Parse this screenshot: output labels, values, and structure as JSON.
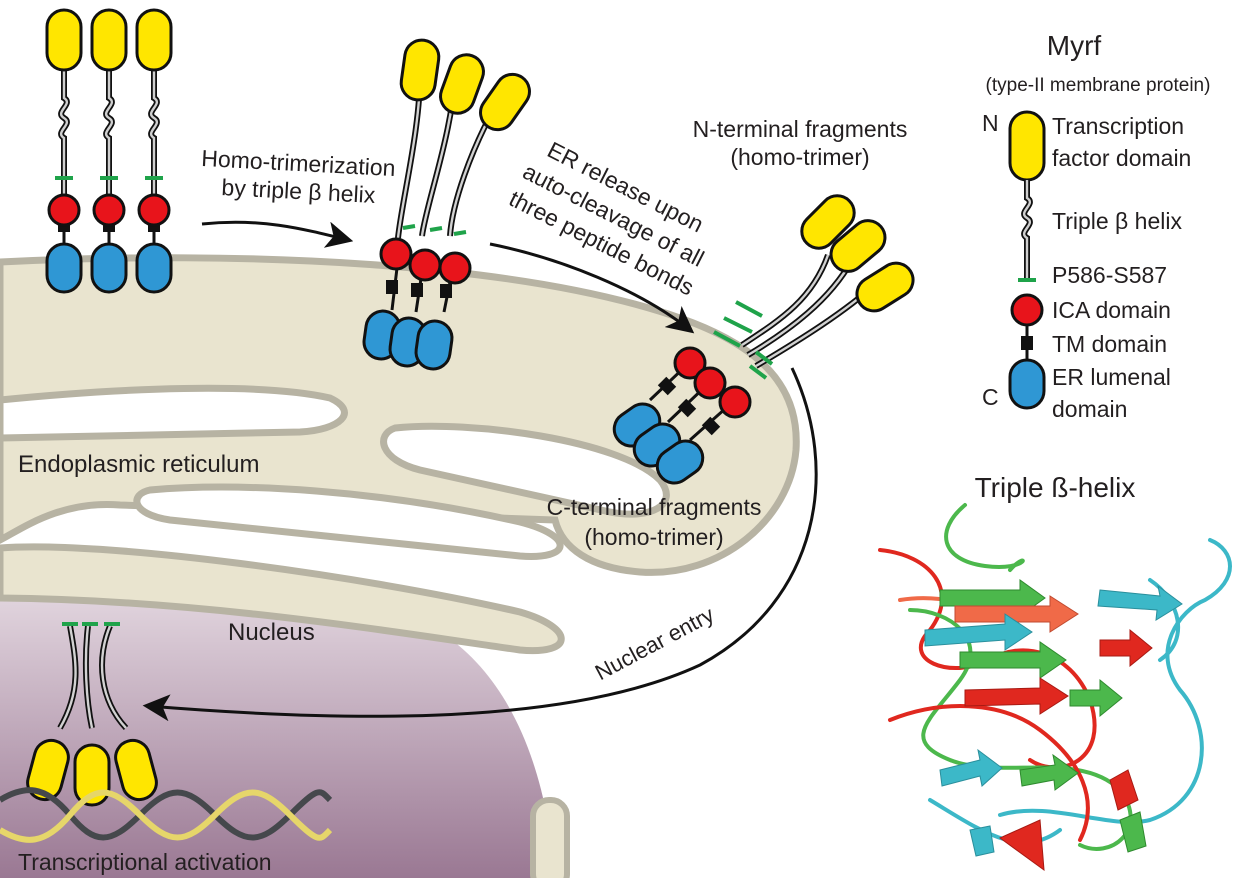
{
  "labels": {
    "homo_trimerization_line1": "Homo-trimerization",
    "homo_trimerization_line2": "by triple β helix",
    "er_release_line1": "ER release upon",
    "er_release_line2": "auto-cleavage of all",
    "er_release_line3": "three peptide bonds",
    "n_terminal_line1": "N-terminal fragments",
    "n_terminal_line2": "(homo-trimer)",
    "c_terminal_line1": "C-terminal fragments",
    "c_terminal_line2": "(homo-trimer)",
    "endoplasmic_reticulum": "Endoplasmic reticulum",
    "nucleus": "Nucleus",
    "nuclear_entry": "Nuclear entry",
    "transcriptional_activation": "Transcriptional activation"
  },
  "legend": {
    "title": "Myrf",
    "subtitle": "(type-II membrane protein)",
    "n_terminus": "N",
    "c_terminus": "C",
    "transcription_factor_line1": "Transcription",
    "transcription_factor_line2": "factor domain",
    "triple_beta_helix": "Triple β helix",
    "cleavage_site": "P586-S587",
    "ica_domain": "ICA domain",
    "tm_domain": "TM domain",
    "er_lumenal_line1": "ER lumenal",
    "er_lumenal_line2": "domain"
  },
  "structure": {
    "title": "Triple ß-helix"
  },
  "colors": {
    "transcription_factor_domain": "#ffe600",
    "ica_domain": "#e8141b",
    "er_lumenal_domain": "#2f97d4",
    "tm_domain": "#111111",
    "cleavage_site": "#1fa34a",
    "er_membrane": "#e9e4cf",
    "er_outline": "#b7b3a3",
    "nucleus": "#b792ad",
    "ribbon_green": "#4cb84c",
    "ribbon_cyan": "#3cb8c8",
    "ribbon_red": "#e0281f",
    "ribbon_salmon": "#f06a48",
    "dna_yellow": "#e6d66a",
    "dna_grey": "#45484c"
  }
}
